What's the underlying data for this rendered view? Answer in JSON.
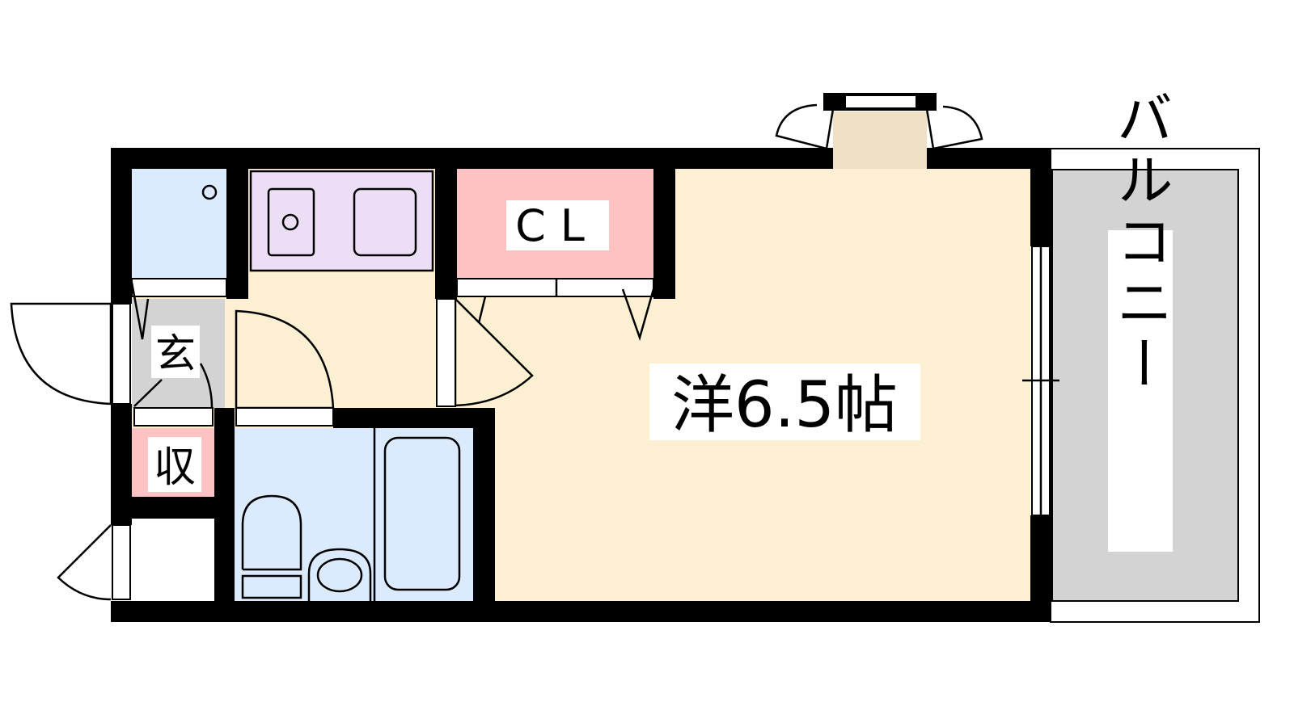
{
  "rooms": {
    "closet_label": "CL",
    "main_room_label": "洋6.5帖",
    "entrance_label": "玄",
    "storage_label": "収",
    "balcony_label": "バルコニー"
  },
  "colors": {
    "wall": "#000000",
    "room": "#fdf0d2",
    "closet": "#ffc2c2",
    "kitchen": "#ecdff5",
    "wet_area": "#dbeafe",
    "entrance": "#d3d3d3",
    "balcony": "#d3d3d3",
    "bay": "#efdfc4"
  }
}
